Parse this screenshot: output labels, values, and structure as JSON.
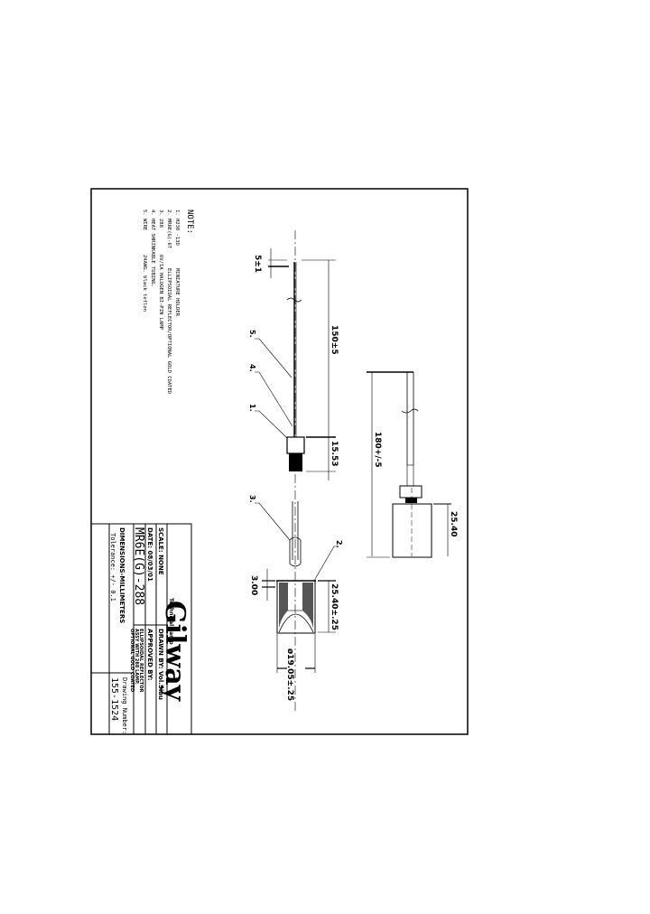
{
  "notes": {
    "heading": "NOTE:",
    "items": [
      {
        "num": "1.",
        "part": "H230 -13D",
        "desc": "MINIATURE HOLDER"
      },
      {
        "num": "2.",
        "part": "MR6E(G)-6T",
        "desc": "ELLIPSOIDAL REFLECTOR/OPTIONAL GOLD COATED"
      },
      {
        "num": "3.",
        "part": "288",
        "desc": "6V/1A  HALOGEN BI-PIN LAMP"
      },
      {
        "num": "4.",
        "part": "HEAT SHRINKABLE TUBING.",
        "desc": ""
      },
      {
        "num": "5.",
        "part": "WIRE",
        "desc": "24AWG. black teflon"
      }
    ]
  },
  "dimensions": {
    "lead_offset": "5±1",
    "lead_length": "150±5",
    "holder_length": "15.53",
    "rim_thickness": "3.00",
    "reflector_depth": "25.40±.25",
    "reflector_diameter": "ø19.05±.25",
    "overall_length": "180+/-5",
    "side_view_depth": "25.40"
  },
  "callouts": [
    "1.",
    "2.",
    "3.",
    "4.",
    "5."
  ],
  "title_block": {
    "logo_line1": "Gilway",
    "logo_line2": "Technical Lamp",
    "scale": "SCALE: NONE",
    "drawn_by": "DRAWN  BY: Vol.Siau",
    "date": "DATE:  08/03/01",
    "approved_by": "APPROVED  BY:",
    "part_number": "MR6E(G)-288",
    "description": [
      "ELLIPSOIDAL REFLECTOR",
      "ASSY WITH 288 LAMP.",
      "OPTIONAL GOLD COATED"
    ],
    "units": "DIMENSIONS-MILLIMETERS",
    "tolerance": "Tolerance: +/- 0.1",
    "drawing_number_label": "Drawing Number:",
    "drawing_number": "155-1524"
  },
  "colors": {
    "ink": "#000000",
    "paper": "#ffffff"
  }
}
